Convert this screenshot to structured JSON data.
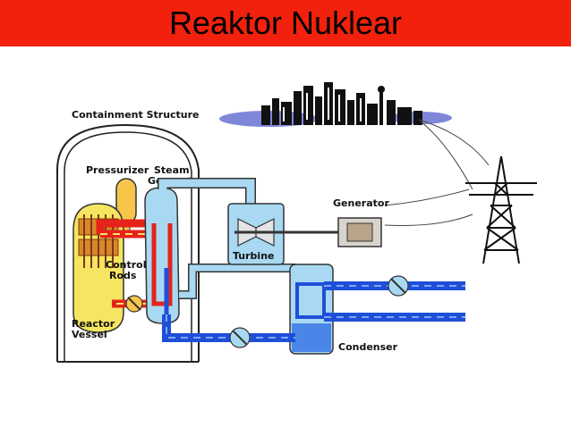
{
  "title": "Reaktor Nuklear",
  "labels": {
    "containment": "Containment Structure",
    "pressurizer": "Pressurizer",
    "steam_generator_line1": "Steam",
    "steam_generator_line2": "Generator",
    "control_rods_line1": "Control",
    "control_rods_line2": "Rods",
    "reactor_vessel_line1": "Reactor",
    "reactor_vessel_line2": "Vessel",
    "turbine": "Turbine",
    "generator": "Generator",
    "condenser": "Condenser"
  },
  "colors": {
    "title_bar": "#f1210d",
    "primary_loop": "#e5231b",
    "steam_pipe": "#a9d9f2",
    "cooling_water": "#1f4fd8",
    "pressurizer": "#f7c54a"
  }
}
